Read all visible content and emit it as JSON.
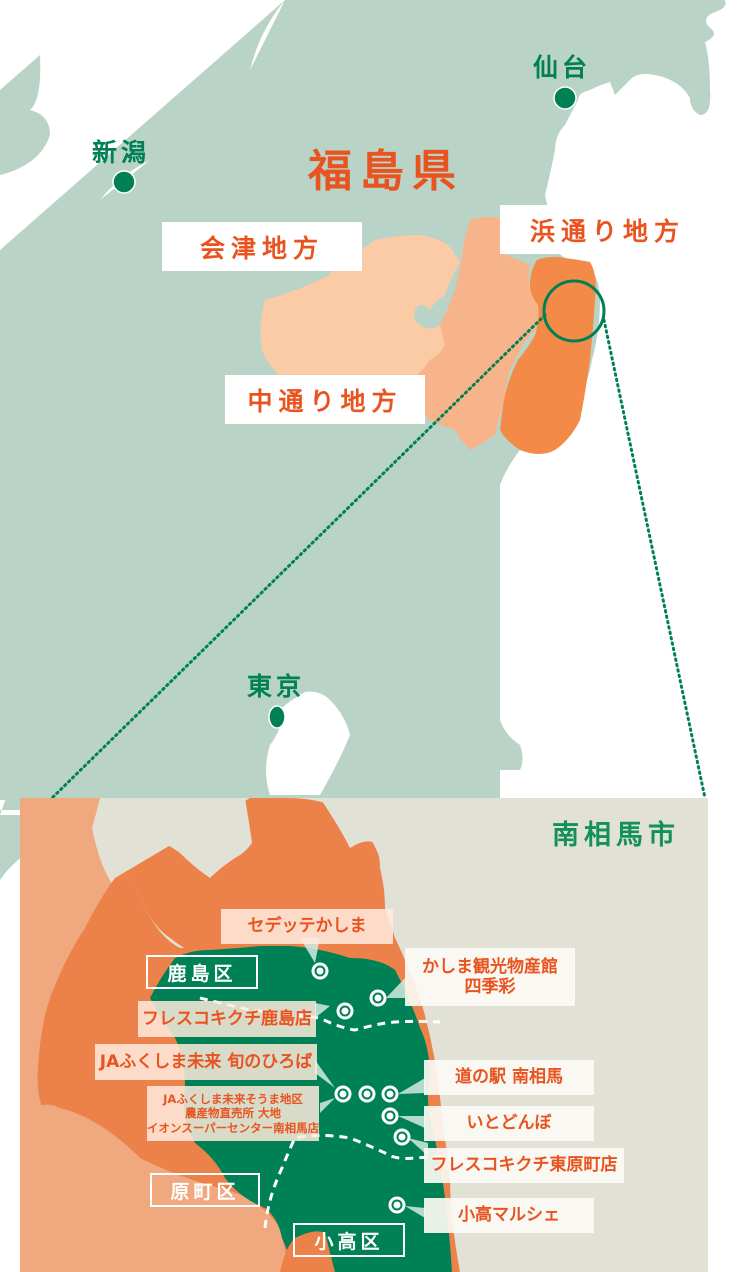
{
  "colors": {
    "land": "#b9d3c6",
    "sea": "#ffffff",
    "aizu": "#fbcba5",
    "nakadori": "#f7b48a",
    "hamadori": "#f48a48",
    "accent_green": "#008055",
    "accent_orange": "#e9531f",
    "inset_bg": "#e2e1d6",
    "inset_orange": "#ec8249",
    "inset_light_orange": "#f0a97f",
    "inset_green": "#008055"
  },
  "overview_map": {
    "prefecture_title": "福島県",
    "cities": [
      {
        "name": "新潟",
        "id": "niigata"
      },
      {
        "name": "仙台",
        "id": "sendai"
      },
      {
        "name": "東京",
        "id": "tokyo"
      }
    ],
    "regions": [
      {
        "name": "会津地方",
        "id": "aizu"
      },
      {
        "name": "中通り地方",
        "id": "nakadori"
      },
      {
        "name": "浜通り地方",
        "id": "hamadori"
      }
    ]
  },
  "inset_map": {
    "title": "南相馬市",
    "wards": [
      {
        "name": "鹿島区"
      },
      {
        "name": "原町区"
      },
      {
        "name": "小高区"
      }
    ],
    "spots": [
      {
        "name": "セデッテかしま"
      },
      {
        "name": "かしま観光物産館",
        "name2": "四季彩"
      },
      {
        "name": "フレスコキクチ鹿島店"
      },
      {
        "name": "JAふくしま未来 旬のひろば"
      },
      {
        "name": "JAふくしま未来そうま地区",
        "name2": "農産物直売所 大地",
        "name3": "イオンスーパーセンター南相馬店"
      },
      {
        "name": "道の駅 南相馬"
      },
      {
        "name": "いとどんぼ"
      },
      {
        "name": "フレスコキクチ東原町店"
      },
      {
        "name": "小高マルシェ"
      }
    ]
  }
}
